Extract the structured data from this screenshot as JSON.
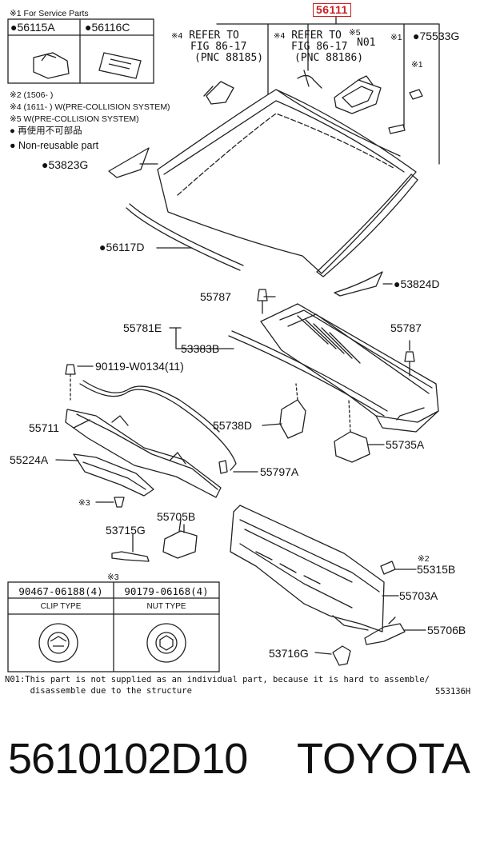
{
  "main_pnc": "56111",
  "service_box": {
    "title": "※1 For Service Parts",
    "items": [
      "●56115A",
      "●56116C"
    ]
  },
  "notes": [
    "※2 (1506-        )",
    "※4 (1611-        ) W(PRE-COLLISION SYSTEM)",
    "※5 W(PRE-COLLISION SYSTEM)",
    "● 再使用不可部品",
    "● Non-reusable part"
  ],
  "refer_notes": [
    {
      "mark": "※4",
      "line1": "REFER TO",
      "line2": "FIG 86-17",
      "line3": "(PNC 88185)"
    },
    {
      "mark": "※4",
      "line1": "REFER TO",
      "line2": "FIG 86-17",
      "line3": "(PNC 88186)"
    }
  ],
  "callouts": {
    "n01_mark": "※5",
    "n01": "N01",
    "mark1_a": "※1",
    "p75533G": "●75533G",
    "mark1_b": "※1",
    "p53823G": "●53823G",
    "p56117D": "●56117D",
    "p53824D": "●53824D",
    "p55787_a": "55787",
    "p55781E": "55781E",
    "p53383B": "53383B",
    "p55787_b": "55787",
    "p90119": "90119-W0134(11)",
    "p55711": "55711",
    "p55738D": "55738D",
    "p55735A": "55735A",
    "p55224A": "55224A",
    "p55797A": "55797A",
    "mark3_a": "※3",
    "p55705B": "55705B",
    "p53715G": "53715G",
    "mark2": "※2",
    "p55315B": "55315B",
    "mark3_b": "※3",
    "p55703A": "55703A",
    "p55706B": "55706B",
    "p53716G": "53716G"
  },
  "type_table": {
    "headers": [
      "90467-06188(4)",
      "90179-06168(4)"
    ],
    "sub_headers": [
      "CLIP TYPE",
      "NUT TYPE"
    ]
  },
  "footnote_line1": "N01:This part is not supplied as an individual part,  because it is hard to assemble/",
  "footnote_line2": "     disassemble due to the structure",
  "figure_code": "553136H",
  "footer": {
    "part_number": "5610102D10",
    "brand": "TOYOTA"
  }
}
